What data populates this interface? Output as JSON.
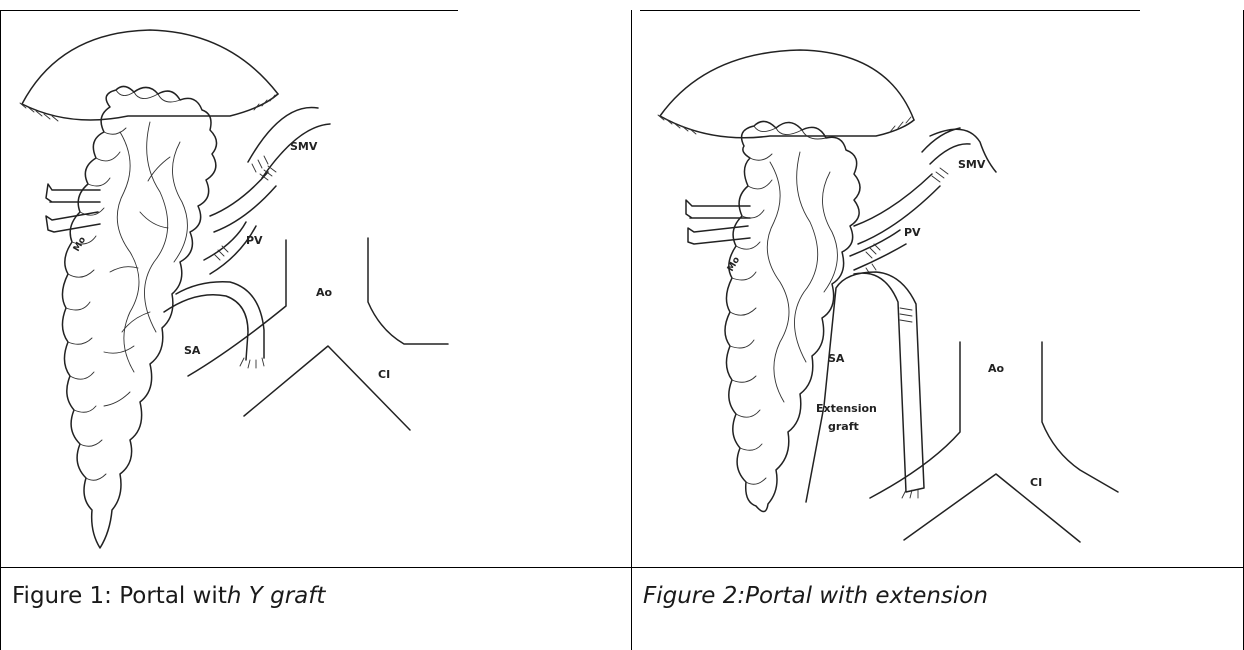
{
  "figure1": {
    "caption_plain": "Figure 1: Portal wit",
    "caption_italic": "h Y graft",
    "labels": {
      "smv": "SMV",
      "pv": "PV",
      "ao": "Ao",
      "sa": "SA",
      "ci": "CI",
      "mo": "Mo"
    }
  },
  "figure2": {
    "caption_italic": "Figure 2:Portal with extension",
    "labels": {
      "smv": "SMV",
      "pv": "PV",
      "ao": "Ao",
      "sa": "SA",
      "ci": "CI",
      "mo": "Mo",
      "extension_line1": "Extension",
      "extension_line2": "graft"
    }
  }
}
